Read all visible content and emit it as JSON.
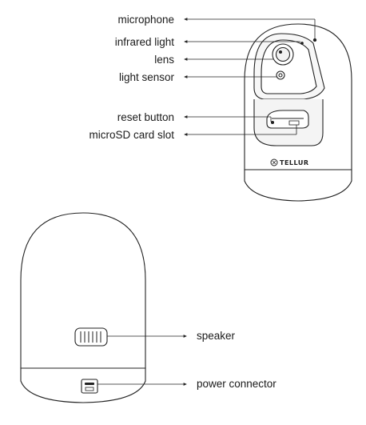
{
  "front_labels": [
    {
      "id": "microphone",
      "text": "microphone"
    },
    {
      "id": "infrared",
      "text": "infrared light"
    },
    {
      "id": "lens",
      "text": "lens"
    },
    {
      "id": "light-sensor",
      "text": "light sensor"
    },
    {
      "id": "reset",
      "text": "reset button"
    },
    {
      "id": "microsd",
      "text": "microSD card slot"
    }
  ],
  "back_labels": [
    {
      "id": "speaker",
      "text": "speaker"
    },
    {
      "id": "power",
      "text": "power connector"
    }
  ],
  "brand": "TELLUR",
  "colors": {
    "line": "#222222",
    "fill": "#ffffff",
    "shade": "#f2f2f2"
  }
}
